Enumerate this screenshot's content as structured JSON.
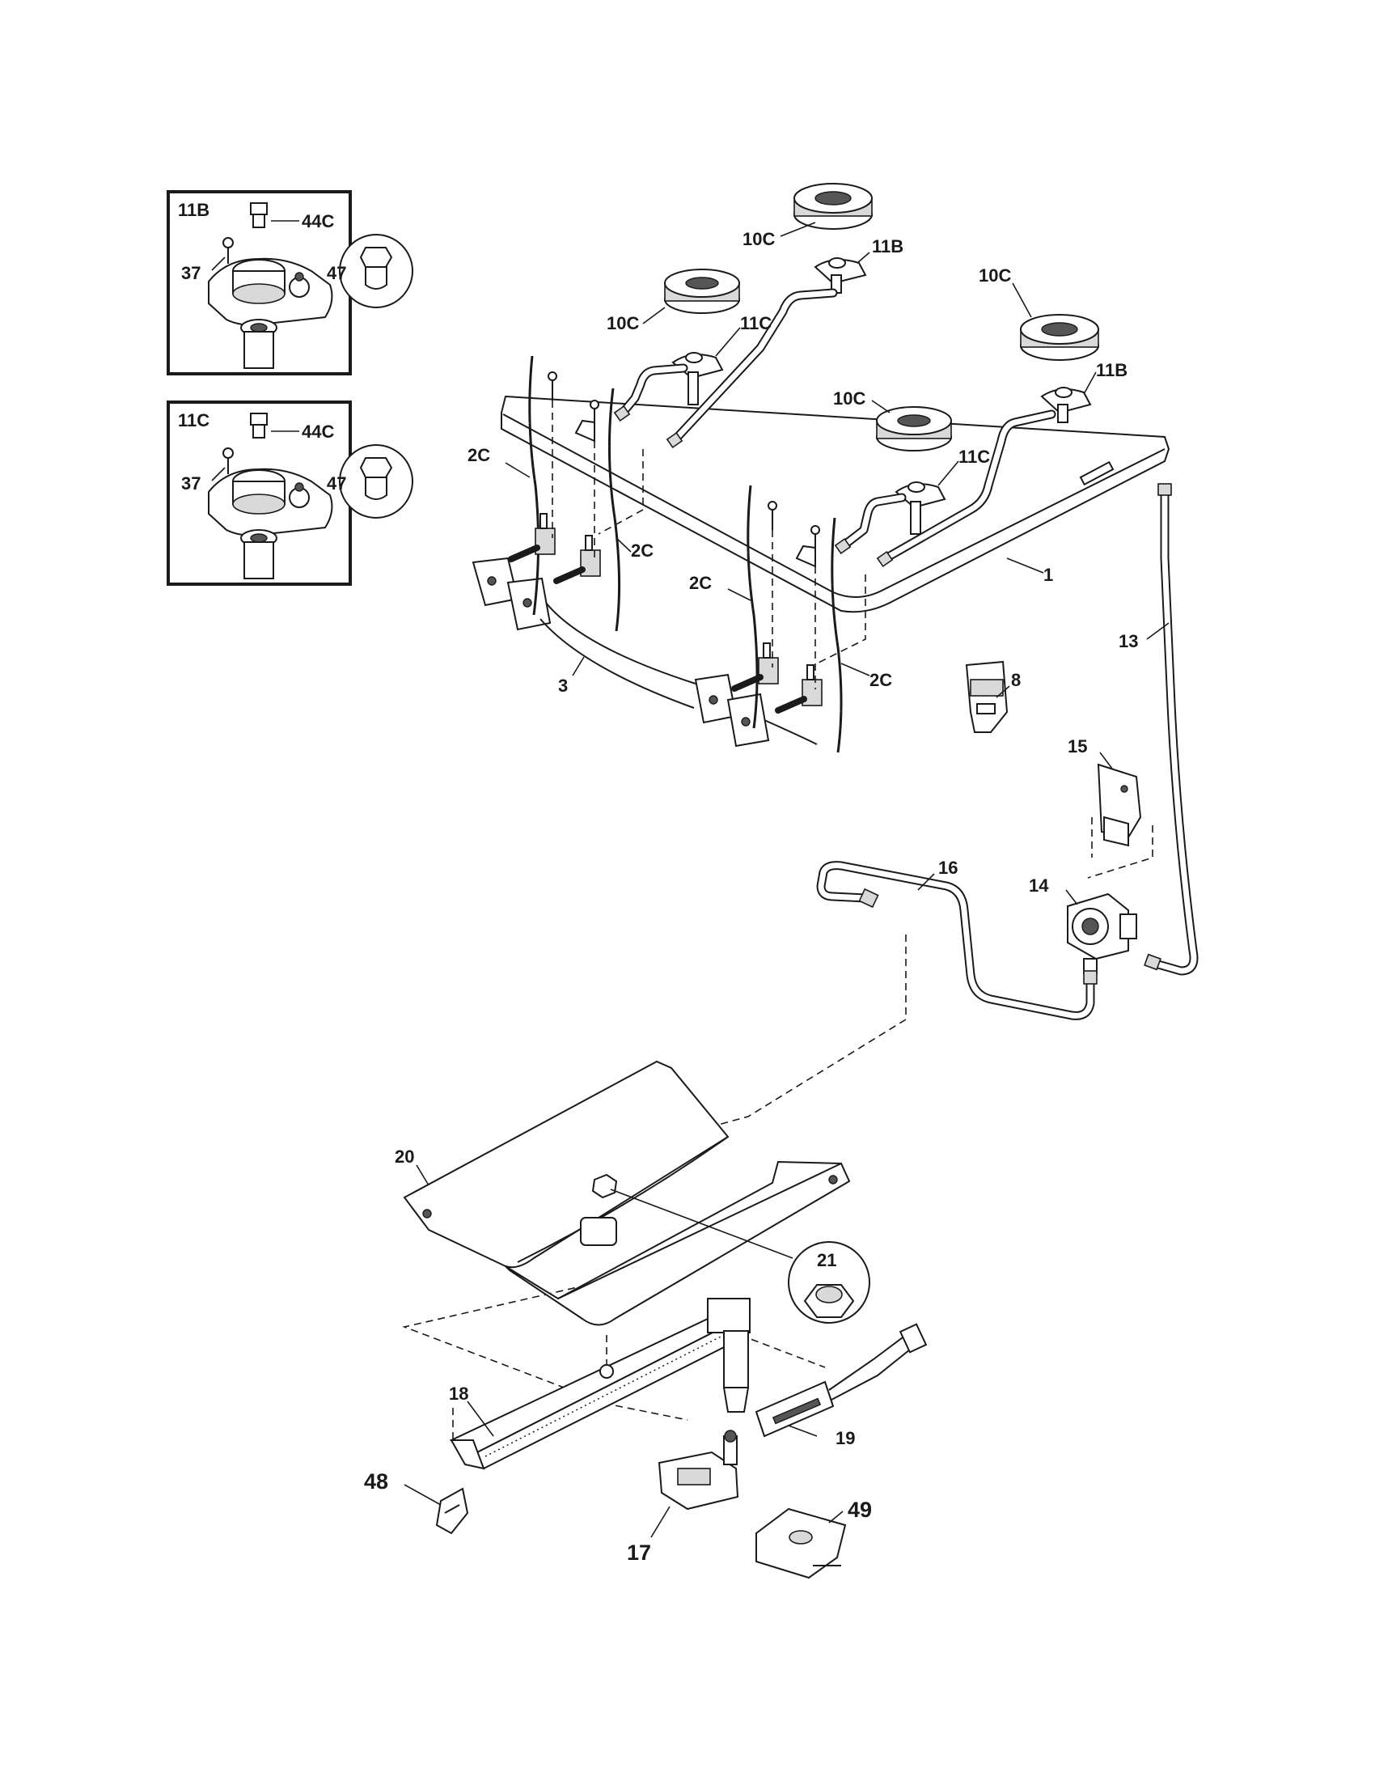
{
  "insets": {
    "inset_11b": {
      "title": "11B",
      "cap_label": "44C",
      "screw_label": "37",
      "orifice_label": "47"
    },
    "inset_11c": {
      "title": "11C",
      "cap_label": "44C",
      "screw_label": "37",
      "orifice_label": "47"
    }
  },
  "callouts": {
    "burner_rear_right_top": "10C",
    "burner_rear_left": "10C",
    "burner_right": "10C",
    "burner_front_right": "10C",
    "holder_top": "11B",
    "holder_left": "11C",
    "holder_right": "11B",
    "holder_front": "11C",
    "wire_left_a": "2C",
    "wire_left_b": "2C",
    "wire_right_a": "2C",
    "wire_right_b": "2C",
    "manifold_frame": "1",
    "valve_bracket": "3",
    "spark_module": "8",
    "regulator_bracket": "15",
    "supply_tube": "13",
    "oven_tube": "16",
    "pressure_regulator": "14",
    "oven_baffle": "20",
    "baffle_nut": "21",
    "oven_burner": "18",
    "igniter": "19",
    "burner_clip": "48",
    "oven_valve": "17",
    "valve_shield": "49"
  }
}
